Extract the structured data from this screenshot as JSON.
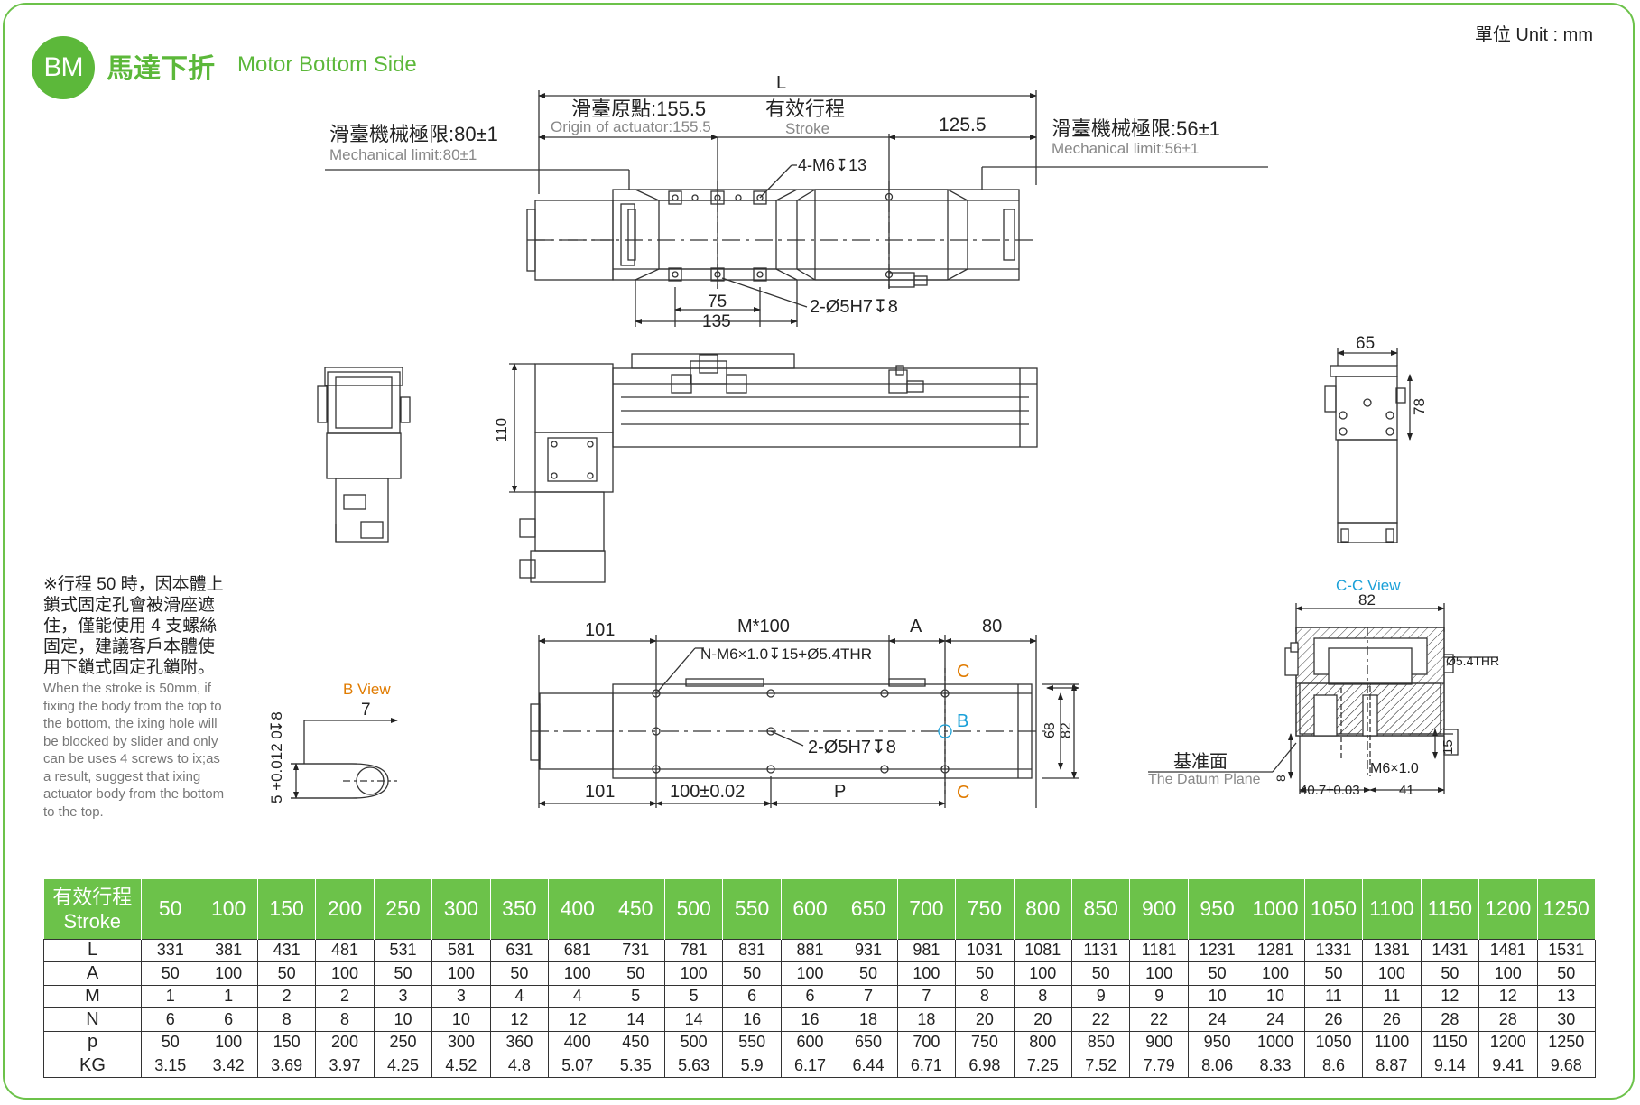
{
  "header": {
    "badge": "BM",
    "title_zh": "馬達下折",
    "title_en": "Motor Bottom Side",
    "unit": "單位 Unit : mm"
  },
  "top_view": {
    "L": "L",
    "origin_zh": "滑臺原點:155.5",
    "origin_en": "Origin of actuator:155.5",
    "stroke_zh": "有效行程",
    "stroke_en": "Stroke",
    "dim_125": "125.5",
    "mech_left_zh": "滑臺機械極限:80±1",
    "mech_left_en": "Mechanical limit:80±1",
    "mech_right_zh": "滑臺機械極限:56±1",
    "mech_right_en": "Mechanical limit:56±1",
    "m6": "4-M6↧13",
    "pin": "2-Ø5H7↧8",
    "d75": "75",
    "d135": "135"
  },
  "side_view": {
    "d110": "110"
  },
  "end_view": {
    "d65": "65",
    "d78": "78"
  },
  "note": {
    "zh": "※行程 50 時，因本體上鎖式固定孔會被滑座遮住，僅能使用 4 支螺絲固定，建議客戶本體使用下鎖式固定孔鎖附。",
    "en": "When the stroke is 50mm, if fixing the body from the top to the bottom, the ixing hole will be blocked by slider and only can be uses 4 screws to ix;as a result, suggest that ixing actuator body from the bottom to the top."
  },
  "b_view": {
    "title": "B View",
    "d7": "7",
    "tol": "5 +0.012 0",
    "depth": "↧8"
  },
  "bottom_view": {
    "d101a": "101",
    "m100": "M*100",
    "A": "A",
    "d80": "80",
    "nm6": "N-M6×1.0↧15+Ø5.4THR",
    "pin": "2-Ø5H7↧8",
    "d101b": "101",
    "d100": "100±0.02",
    "P": "P",
    "C1": "C",
    "C2": "C",
    "B": "B",
    "d68": "68",
    "d82": "82"
  },
  "cc_view": {
    "title": "C-C View",
    "d82": "82",
    "thr": "Ø5.4THR",
    "datum_zh": "基准面",
    "datum_en": "The Datum Plane",
    "m6": "M6×1.0",
    "d15": "15",
    "d8": "8",
    "d407": "40.7±0.03",
    "d41": "41"
  },
  "table": {
    "head_zh": "有效行程",
    "head_en": "Stroke",
    "strokes": [
      "50",
      "100",
      "150",
      "200",
      "250",
      "300",
      "350",
      "400",
      "450",
      "500",
      "550",
      "600",
      "650",
      "700",
      "750",
      "800",
      "850",
      "900",
      "950",
      "1000",
      "1050",
      "1100",
      "1150",
      "1200",
      "1250"
    ],
    "rows": [
      {
        "label": "L",
        "values": [
          "331",
          "381",
          "431",
          "481",
          "531",
          "581",
          "631",
          "681",
          "731",
          "781",
          "831",
          "881",
          "931",
          "981",
          "1031",
          "1081",
          "1131",
          "1181",
          "1231",
          "1281",
          "1331",
          "1381",
          "1431",
          "1481",
          "1531"
        ]
      },
      {
        "label": "A",
        "values": [
          "50",
          "100",
          "50",
          "100",
          "50",
          "100",
          "50",
          "100",
          "50",
          "100",
          "50",
          "100",
          "50",
          "100",
          "50",
          "100",
          "50",
          "100",
          "50",
          "100",
          "50",
          "100",
          "50",
          "100",
          "50"
        ]
      },
      {
        "label": "M",
        "values": [
          "1",
          "1",
          "2",
          "2",
          "3",
          "3",
          "4",
          "4",
          "5",
          "5",
          "6",
          "6",
          "7",
          "7",
          "8",
          "8",
          "9",
          "9",
          "10",
          "10",
          "11",
          "11",
          "12",
          "12",
          "13"
        ]
      },
      {
        "label": "N",
        "values": [
          "6",
          "6",
          "8",
          "8",
          "10",
          "10",
          "12",
          "12",
          "14",
          "14",
          "16",
          "16",
          "18",
          "18",
          "20",
          "20",
          "22",
          "22",
          "24",
          "24",
          "26",
          "26",
          "28",
          "28",
          "30"
        ]
      },
      {
        "label": "p",
        "values": [
          "50",
          "100",
          "150",
          "200",
          "250",
          "300",
          "360",
          "400",
          "450",
          "500",
          "550",
          "600",
          "650",
          "700",
          "750",
          "800",
          "850",
          "900",
          "950",
          "1000",
          "1050",
          "1100",
          "1150",
          "1200",
          "1250"
        ]
      },
      {
        "label": "KG",
        "values": [
          "3.15",
          "3.42",
          "3.69",
          "3.97",
          "4.25",
          "4.52",
          "4.8",
          "5.07",
          "5.35",
          "5.63",
          "5.9",
          "6.17",
          "6.44",
          "6.71",
          "6.98",
          "7.25",
          "7.52",
          "7.79",
          "8.06",
          "8.33",
          "8.6",
          "8.87",
          "9.14",
          "9.41",
          "9.68"
        ]
      }
    ]
  },
  "colors": {
    "accent": "#6cc24a",
    "orange": "#e07b00",
    "blue": "#1aa0d8"
  }
}
